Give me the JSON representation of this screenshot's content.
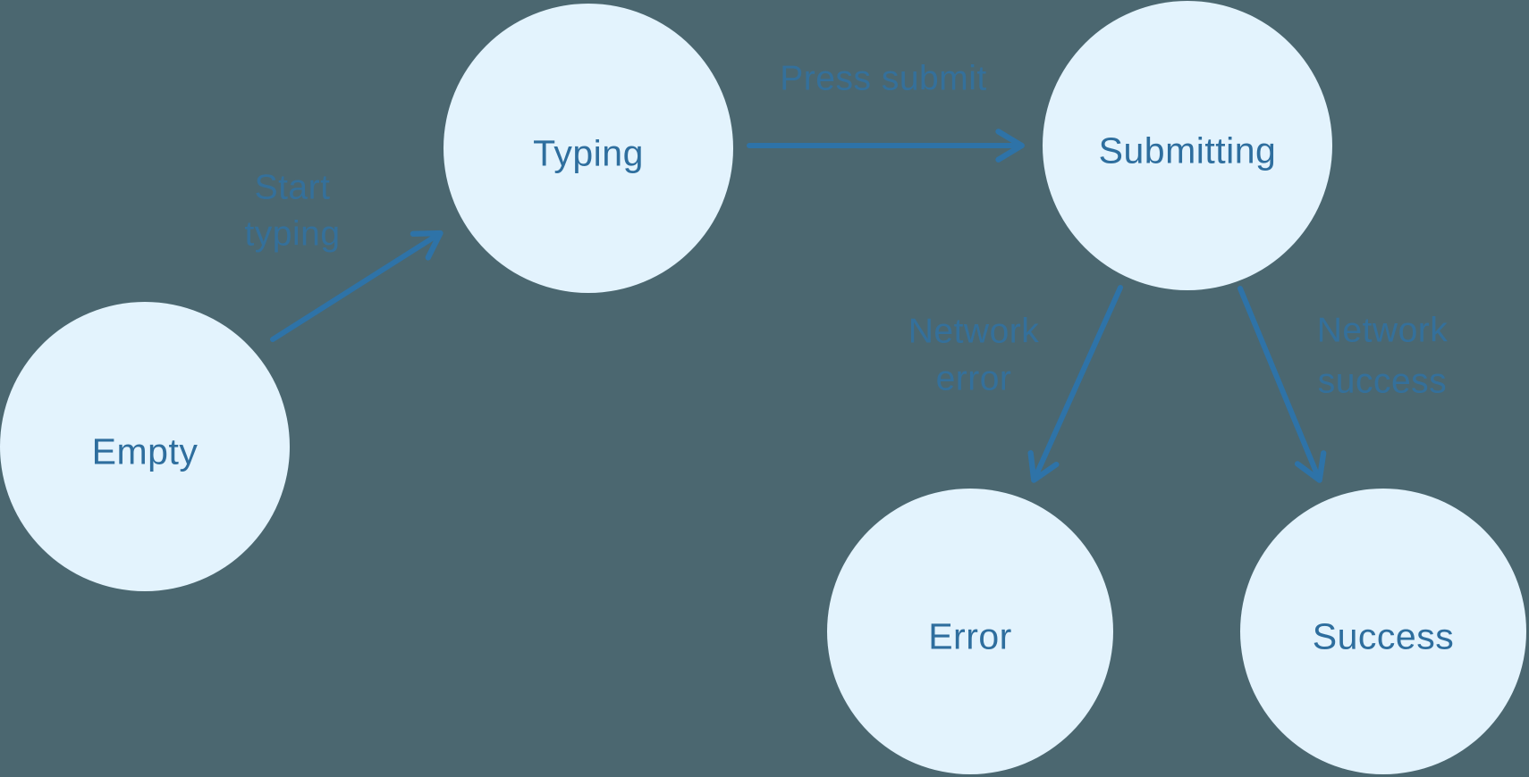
{
  "diagram": {
    "type": "state-machine",
    "colors": {
      "background": "#4B6770",
      "node_fill": "#E3F3FD",
      "node_text": "#2E6E9E",
      "arrow": "#2E73A8",
      "edge_label": "#2E73A8"
    },
    "nodes": [
      {
        "id": "empty",
        "label": "Empty"
      },
      {
        "id": "typing",
        "label": "Typing"
      },
      {
        "id": "submitting",
        "label": "Submitting"
      },
      {
        "id": "error",
        "label": "Error"
      },
      {
        "id": "success",
        "label": "Success"
      }
    ],
    "edges": [
      {
        "id": "start-typing",
        "from": "empty",
        "to": "typing",
        "label_lines": [
          "Start",
          "typing"
        ]
      },
      {
        "id": "press-submit",
        "from": "typing",
        "to": "submitting",
        "label_lines": [
          "Press submit"
        ]
      },
      {
        "id": "network-error",
        "from": "submitting",
        "to": "error",
        "label_lines": [
          "Network",
          "error"
        ]
      },
      {
        "id": "network-success",
        "from": "submitting",
        "to": "success",
        "label_lines": [
          "Network",
          "success"
        ]
      }
    ]
  }
}
